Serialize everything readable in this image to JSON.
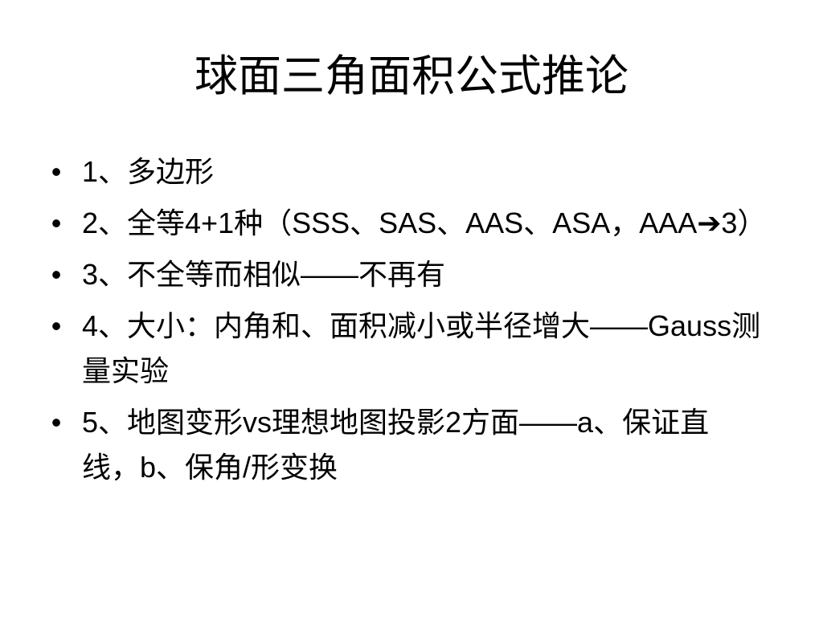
{
  "slide": {
    "title": "球面三角面积公式推论",
    "bullet_symbol": "•",
    "bullets": [
      {
        "text": "1、多边形"
      },
      {
        "text": "2、全等4+1种（SSS、SAS、AAS、ASA，AAA➔3）"
      },
      {
        "text": "3、不全等而相似——不再有"
      },
      {
        "text": "4、大小：内角和、面积减小或半径增大——Gauss测量实验"
      },
      {
        "text": "5、地图变形vs理想地图投影2方面——a、保证直线，b、保角/形变换"
      }
    ]
  }
}
